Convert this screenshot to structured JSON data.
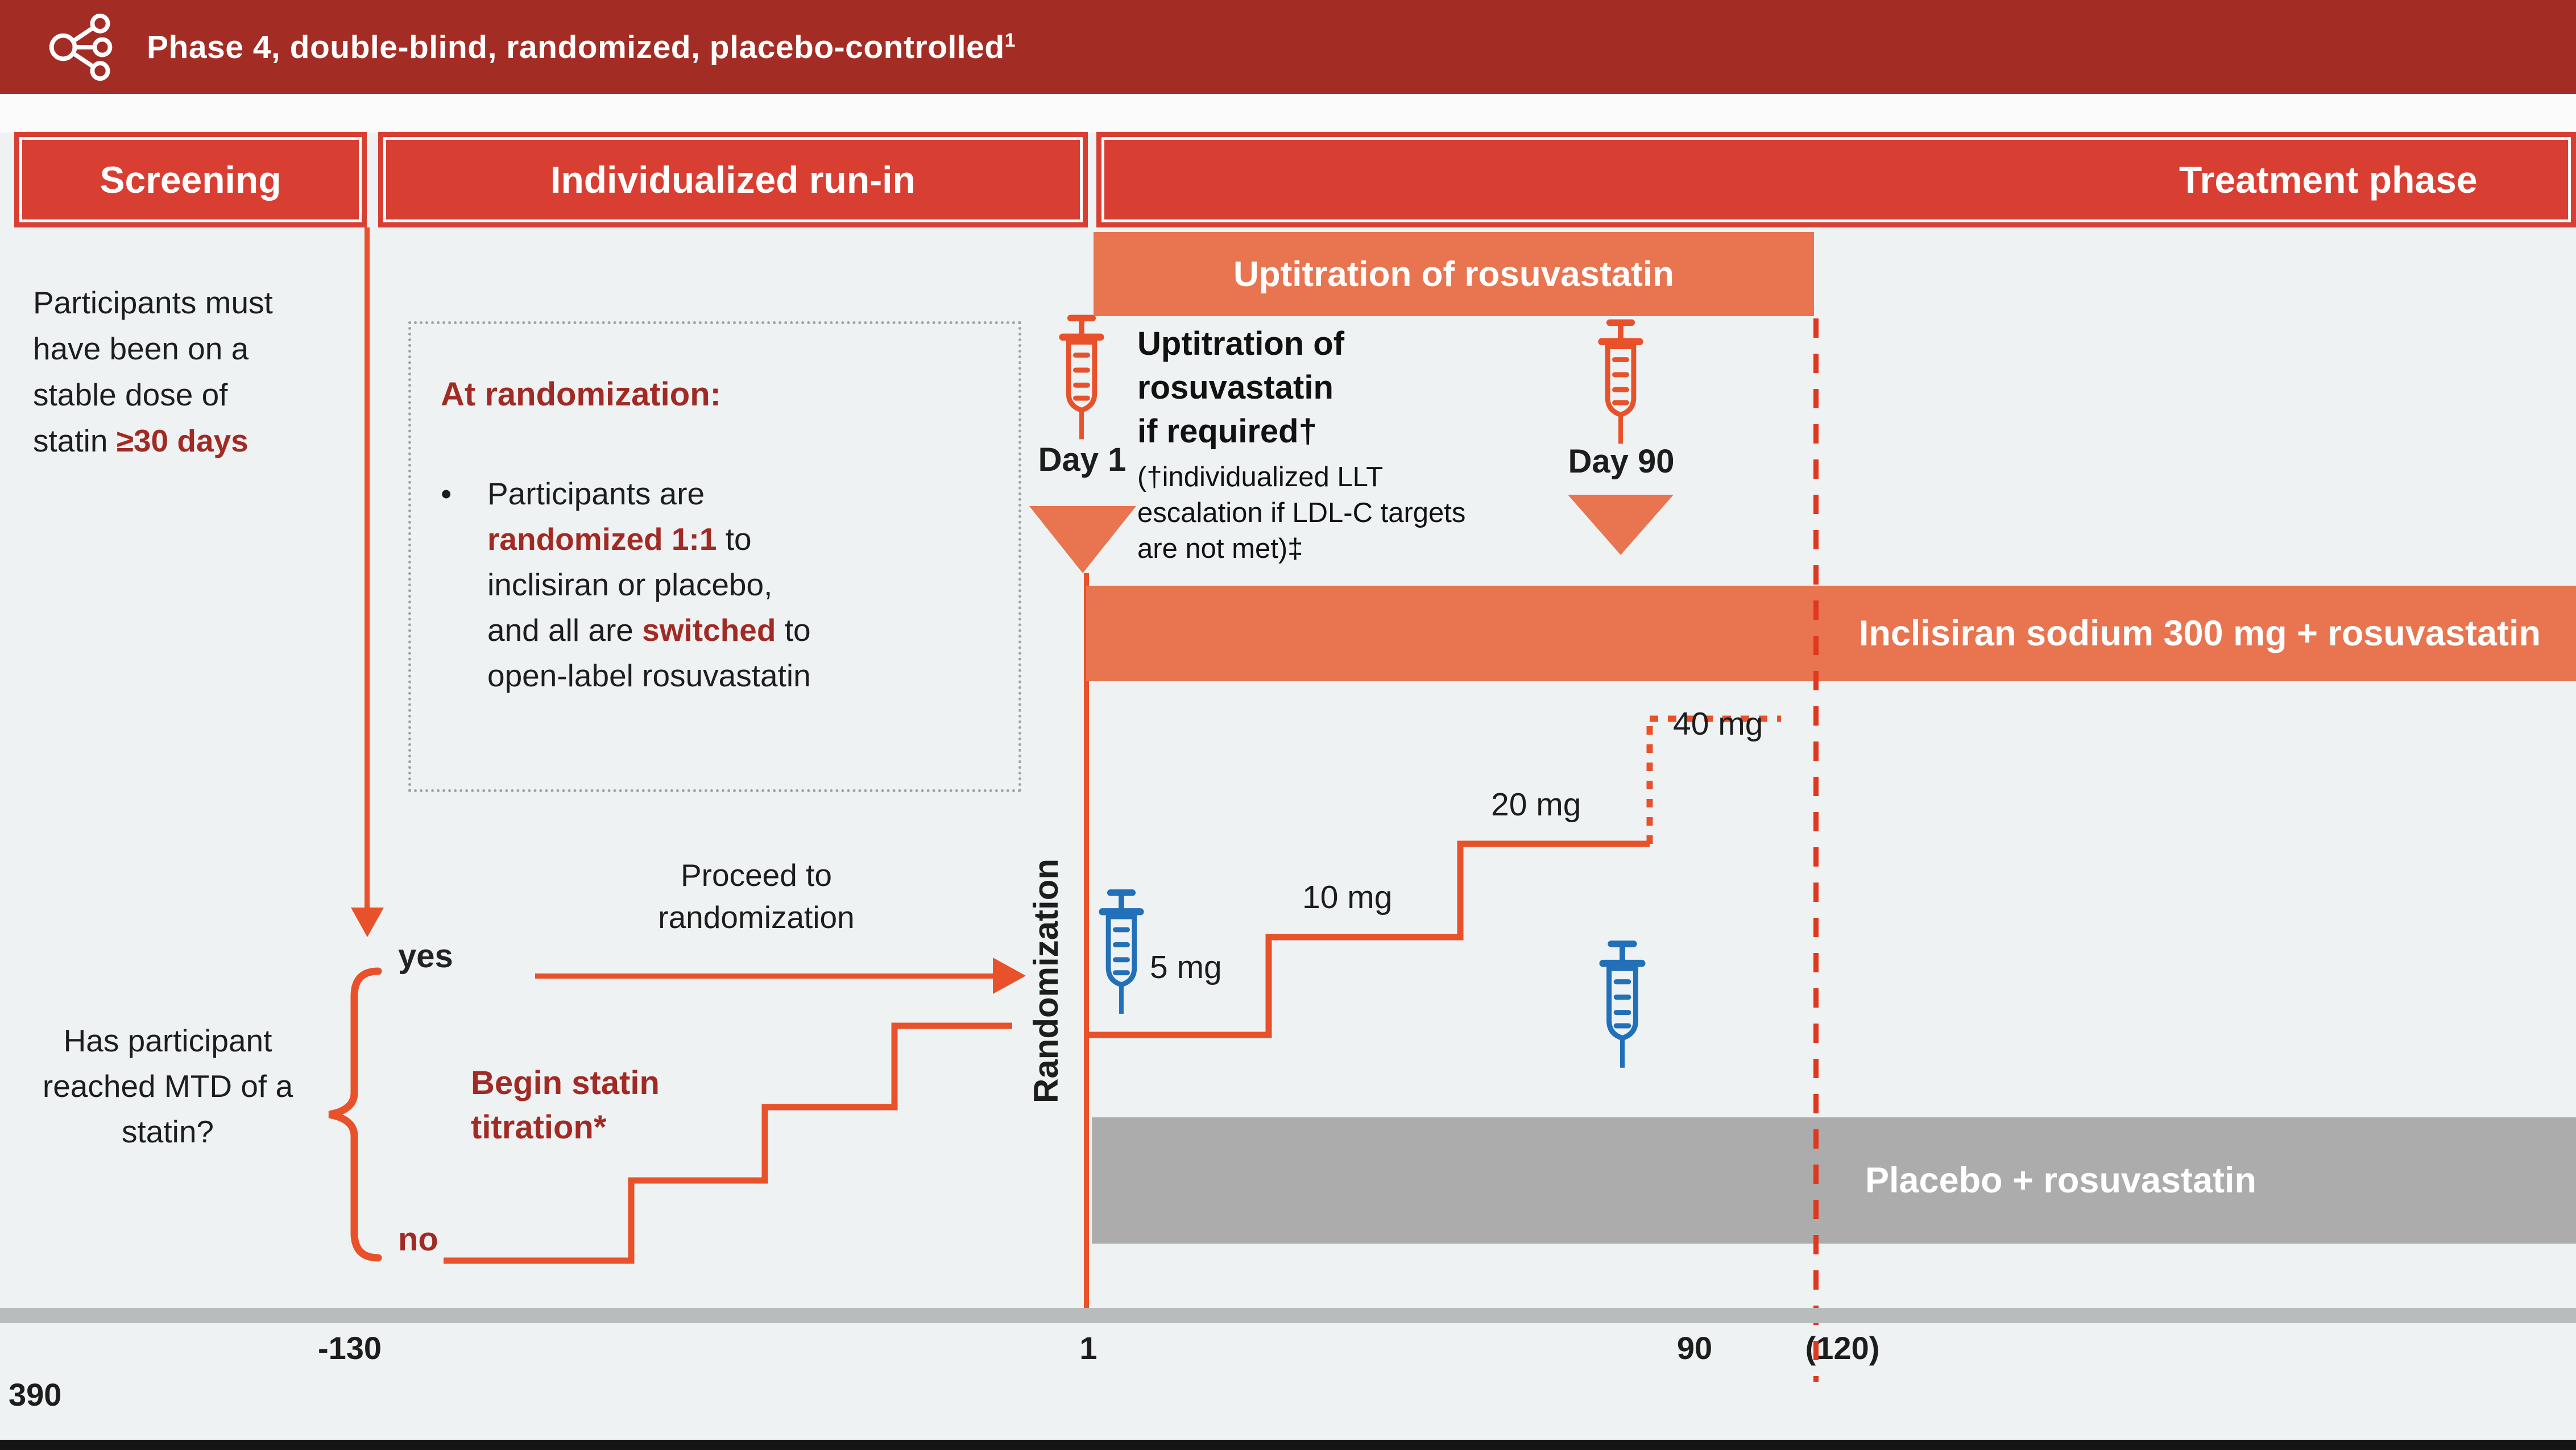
{
  "title": {
    "text": "Phase 4, double-blind, randomized, placebo-controlled",
    "superscript": "1"
  },
  "phase_headers": {
    "screening": "Screening",
    "run_in": "Individualized run-in",
    "treatment": "Treatment phase"
  },
  "left_note": {
    "text": "Participants must have been on a stable dose of statin ",
    "highlight": "≥30 days"
  },
  "randomization_box": {
    "heading": "At randomization:",
    "bullet_marker": "•",
    "bullet": {
      "p1": "Participants are ",
      "b1": "randomized 1:1",
      "p2": " to inclisiran or placebo, and all are ",
      "b2": "switched",
      "p3": " to open-label rosuvastatin"
    }
  },
  "decision": {
    "question": "Has participant reached MTD of a statin?",
    "yes": "yes",
    "no": "no",
    "yes_path": "Proceed to randomization",
    "no_path": "Begin statin\ntitration*"
  },
  "randomization_label": "Randomization",
  "uptitration": {
    "banner": "Uptitration of rosuvastatin",
    "note_bold": "Uptitration of\nrosuvastatin\nif required†",
    "note_detail": "(†individualized LLT\nescalation if LDL-C targets\nare not met)‡"
  },
  "markers": {
    "day1": "Day 1",
    "day90": "Day 90"
  },
  "arms": {
    "inclisiran": "Inclisiran sodium 300 mg + rosuvastatin",
    "placebo": "Placebo + rosuvastatin"
  },
  "doses": {
    "d5": "5 mg",
    "d10": "10 mg",
    "d20": "20 mg",
    "d40": "40 mg"
  },
  "timeline": {
    "ticks": [
      "-130",
      "1",
      "90",
      "(120)"
    ],
    "sample_size": "390"
  },
  "colors": {
    "title_bar_red": "#A32C24",
    "phase_header_red": "#D93E33",
    "banner_orange": "#E87450",
    "line_orange": "#E8512A",
    "dashed_red": "#E0371F",
    "dark_red_text": "#A12B24",
    "syringe_blue": "#2170B8",
    "placebo_gray": "#ACACAC",
    "background": "#EEF2F3"
  }
}
